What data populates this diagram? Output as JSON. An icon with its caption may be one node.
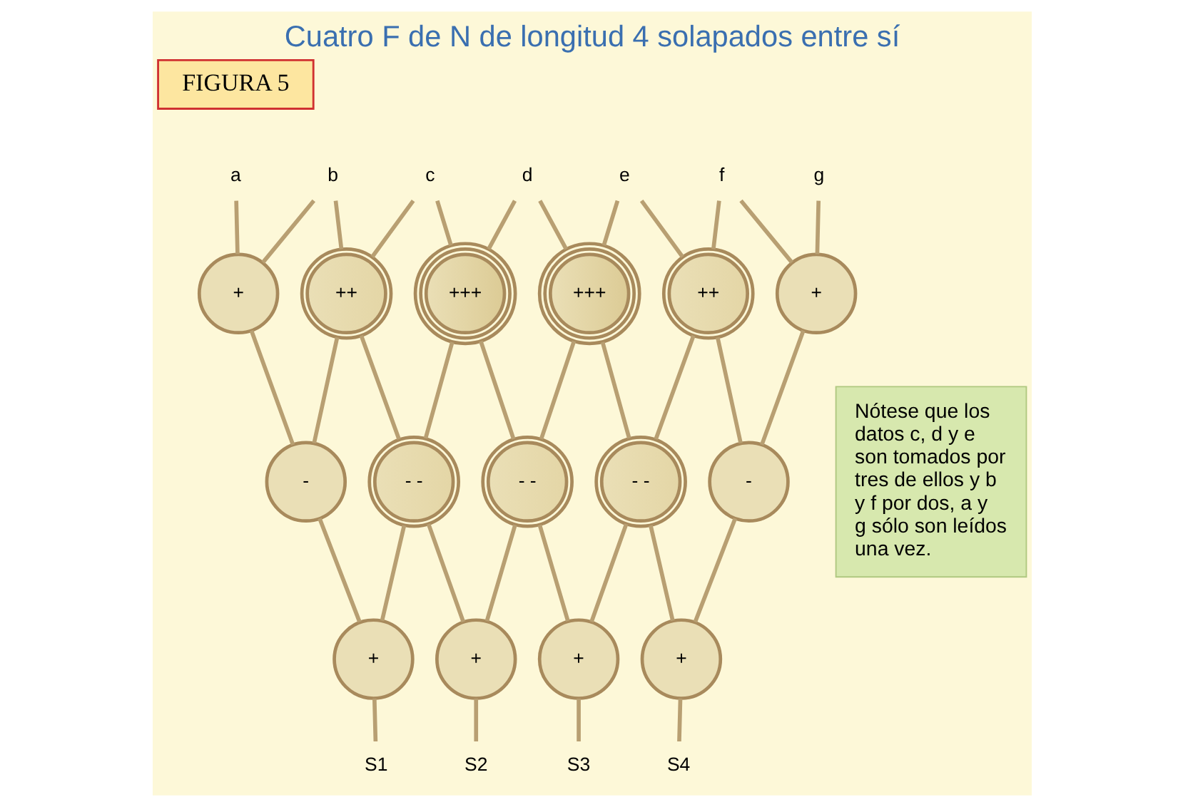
{
  "diagram": {
    "title": "Cuatro F de N de longitud 4 solapados entre sí",
    "nodes": [
      {
        "text": [
          "FIGURA 5"
        ]
      },
      {
        "text": [
          "a"
        ]
      },
      {
        "text": [
          "b"
        ]
      },
      {
        "text": [
          "c"
        ]
      },
      {
        "text": [
          "d"
        ]
      },
      {
        "text": [
          "e"
        ]
      },
      {
        "text": [
          "f"
        ]
      },
      {
        "text": [
          "g"
        ]
      },
      {
        "text": [
          "+"
        ]
      },
      {
        "text": [
          "++"
        ]
      },
      {
        "text": [
          "+++"
        ]
      },
      {
        "text": [
          "+++"
        ]
      },
      {
        "text": [
          "++"
        ]
      },
      {
        "text": [
          "+"
        ]
      },
      {
        "text": [
          "-"
        ]
      },
      {
        "text": [
          "- -"
        ]
      },
      {
        "text": [
          "- -"
        ]
      },
      {
        "text": [
          "- -"
        ]
      },
      {
        "text": [
          "-"
        ]
      },
      {
        "text": [
          "+"
        ]
      },
      {
        "text": [
          "+"
        ]
      },
      {
        "text": [
          "+"
        ]
      },
      {
        "text": [
          "+"
        ]
      },
      {
        "text": [
          "S1"
        ]
      },
      {
        "text": [
          "S2"
        ]
      },
      {
        "text": [
          "S3"
        ]
      },
      {
        "text": [
          "S4"
        ]
      },
      {
        "text": [
          "Nótese que los datos c, d y e son tomados por tres de ellos y b y f por dos, a y g sólo son leídos una vez."
        ]
      }
    ],
    "edges": [
      {
        "from": 1,
        "to": 8,
        "arrow": "none"
      },
      {
        "from": 2,
        "to": 8,
        "arrow": "none"
      },
      {
        "from": 2,
        "to": 9,
        "arrow": "none"
      },
      {
        "from": 3,
        "to": 9,
        "arrow": "none"
      },
      {
        "from": 3,
        "to": 10,
        "arrow": "none"
      },
      {
        "from": 4,
        "to": 10,
        "arrow": "none"
      },
      {
        "from": 4,
        "to": 11,
        "arrow": "none"
      },
      {
        "from": 5,
        "to": 11,
        "arrow": "none"
      },
      {
        "from": 5,
        "to": 12,
        "arrow": "none"
      },
      {
        "from": 6,
        "to": 12,
        "arrow": "none"
      },
      {
        "from": 6,
        "to": 13,
        "arrow": "none"
      },
      {
        "from": 7,
        "to": 13,
        "arrow": "none"
      },
      {
        "from": 8,
        "to": 14,
        "arrow": "none"
      },
      {
        "from": 9,
        "to": 14,
        "arrow": "none"
      },
      {
        "from": 9,
        "to": 15,
        "arrow": "none"
      },
      {
        "from": 10,
        "to": 15,
        "arrow": "none"
      },
      {
        "from": 10,
        "to": 16,
        "arrow": "none"
      },
      {
        "from": 11,
        "to": 16,
        "arrow": "none"
      },
      {
        "from": 11,
        "to": 17,
        "arrow": "none"
      },
      {
        "from": 12,
        "to": 17,
        "arrow": "none"
      },
      {
        "from": 12,
        "to": 18,
        "arrow": "none"
      },
      {
        "from": 13,
        "to": 18,
        "arrow": "none"
      },
      {
        "from": 14,
        "to": 19,
        "arrow": "none"
      },
      {
        "from": 15,
        "to": 19,
        "arrow": "none"
      },
      {
        "from": 15,
        "to": 20,
        "arrow": "none"
      },
      {
        "from": 16,
        "to": 20,
        "arrow": "none"
      },
      {
        "from": 16,
        "to": 21,
        "arrow": "none"
      },
      {
        "from": 17,
        "to": 21,
        "arrow": "none"
      },
      {
        "from": 17,
        "to": 22,
        "arrow": "none"
      },
      {
        "from": 18,
        "to": 22,
        "arrow": "none"
      },
      {
        "from": 19,
        "to": 23,
        "arrow": "none"
      },
      {
        "from": 20,
        "to": 24,
        "arrow": "none"
      },
      {
        "from": 21,
        "to": 25,
        "arrow": "none"
      },
      {
        "from": 22,
        "to": 26,
        "arrow": "none"
      }
    ]
  }
}
